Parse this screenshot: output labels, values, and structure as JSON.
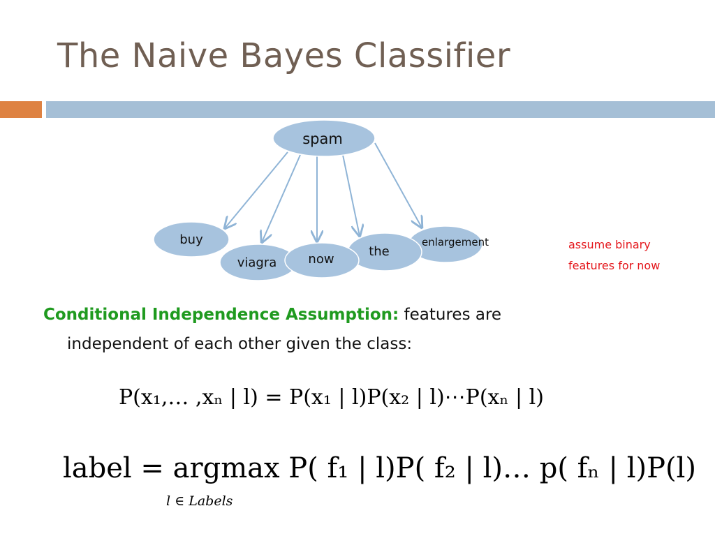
{
  "slide": {
    "title": "The Naive Bayes Classifier"
  },
  "diagram": {
    "parent": "spam",
    "children": [
      "buy",
      "viagra",
      "now",
      "the",
      "enlargement"
    ]
  },
  "note": {
    "line1": "assume binary",
    "line2": "features for now"
  },
  "assumption": {
    "lead": "Conditional Independence Assumption:",
    "text_part1": "features are",
    "text_part2": "independent of each other given the class:"
  },
  "equations": {
    "joint": "P(x₁,… ,xₙ | l) = P(x₁ | l)P(x₂ | l)⋯P(xₙ | l)",
    "label_rule": "label = argmax P( f₁ | l)P( f₂ | l)… p( fₙ | l)P(l)",
    "label_subscript": "l ∈ Labels"
  },
  "colors": {
    "title": "#705f53",
    "accent_orange": "#de8242",
    "accent_blue": "#a5bfd6",
    "node_fill": "#a7c3de",
    "edge": "#8fb4d6",
    "note": "#e4161b",
    "assumption_lead": "#1f9a1f"
  }
}
